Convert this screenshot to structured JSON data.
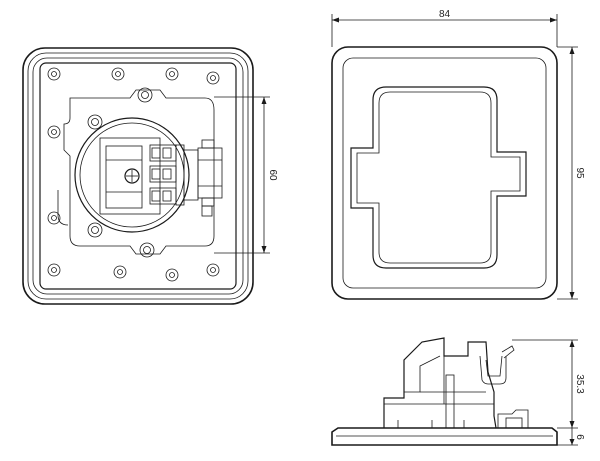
{
  "drawing": {
    "front_view": {
      "dimension_height": "60"
    },
    "back_view": {
      "dimension_width": "84",
      "dimension_height": "95"
    },
    "side_view": {
      "dimension_height": "35.3",
      "dimension_base": "6"
    }
  }
}
